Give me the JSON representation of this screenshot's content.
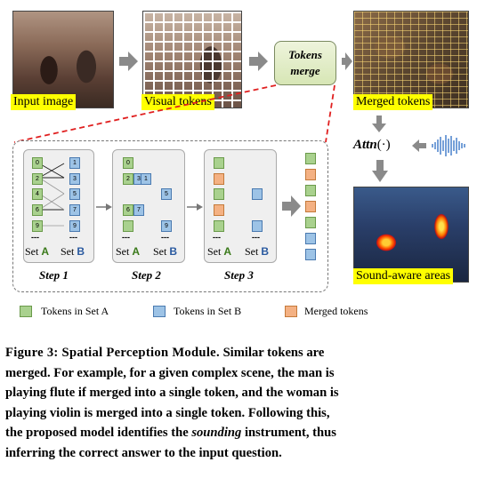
{
  "figure": {
    "top_row": {
      "input_label": "Input image",
      "visual_label": "Visual tokens",
      "merge_box": {
        "line1": "Tokens",
        "line2": "merge"
      },
      "merged_label": "Merged tokens",
      "attn_label": "Attn",
      "attn_paren": "(·)",
      "sound_label": "Sound-aware areas"
    },
    "steps": [
      {
        "title": "Step 1",
        "set_a_tokens": [
          "0",
          "2",
          "4",
          "6",
          "9"
        ],
        "set_b_tokens": [
          "1",
          "3",
          "5",
          "7",
          "9"
        ]
      },
      {
        "title": "Step 2",
        "set_a_tokens": [
          "0",
          "2",
          "3",
          "1",
          "6",
          "7"
        ],
        "set_b_tokens": [
          "5",
          "9"
        ]
      },
      {
        "title": "Step 3"
      }
    ],
    "set_labels": {
      "set_word": "Set",
      "a": "A",
      "b": "B"
    },
    "dots": "---",
    "legend": [
      {
        "label": "Tokens in Set A",
        "color": "#a9d18e"
      },
      {
        "label": "Tokens in Set B",
        "color": "#9dc3e6"
      },
      {
        "label": "Merged tokens",
        "color": "#f4b183"
      }
    ]
  },
  "caption": {
    "label": "Figure 3: Spatial Perception Module.",
    "line1_rest": " Similar tokens are",
    "line2": "merged. For example, for a given complex scene, the man is",
    "line3": "playing flute if merged into a single token, and the woman is",
    "line4": "playing violin is merged into a single token. Following this,",
    "line5_before": "the proposed model identifies the ",
    "line5_em": "sounding",
    "line5_after": " instrument, thus",
    "line6": "inferring the correct answer to the input question."
  }
}
